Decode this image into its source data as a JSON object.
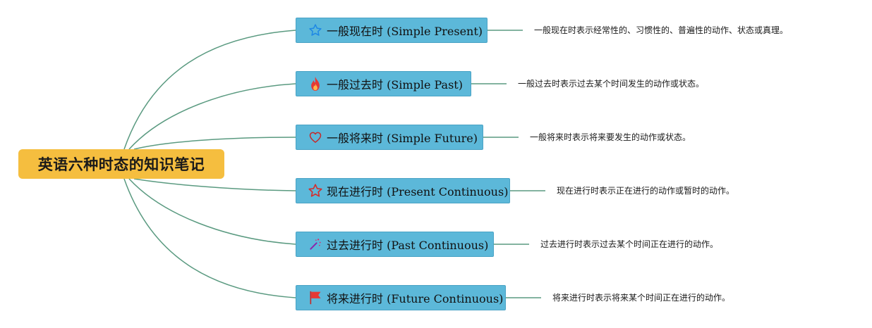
{
  "root": {
    "label": "英语六种时态的知识笔记"
  },
  "branches": [
    {
      "label": "一般现在时 (Simple Present)",
      "description": "一般现在时表示经常性的、习惯性的、普遍性的动作、状态或真理。",
      "icon": "star-outline-blue-icon"
    },
    {
      "label": "一般过去时 (Simple Past)",
      "description": "一般过去时表示过去某个时间发生的动作或状态。",
      "icon": "fire-icon"
    },
    {
      "label": "一般将来时 (Simple Future)",
      "description": "一般将来时表示将来要发生的动作或状态。",
      "icon": "heart-outline-icon"
    },
    {
      "label": "现在进行时 (Present Continuous)",
      "description": "现在进行时表示正在进行的动作或暂时的动作。",
      "icon": "star-outline-red-icon"
    },
    {
      "label": "过去进行时 (Past Continuous)",
      "description": "过去进行时表示过去某个时间正在进行的动作。",
      "icon": "magic-wand-icon"
    },
    {
      "label": "将来进行时 (Future Continuous)",
      "description": "将来进行时表示将来某个时间正在进行的动作。",
      "icon": "red-flag-icon"
    }
  ],
  "colors": {
    "root_fill": "#f5be3f",
    "branch_fill": "#5cb8d9",
    "connector": "#5a9a80"
  }
}
